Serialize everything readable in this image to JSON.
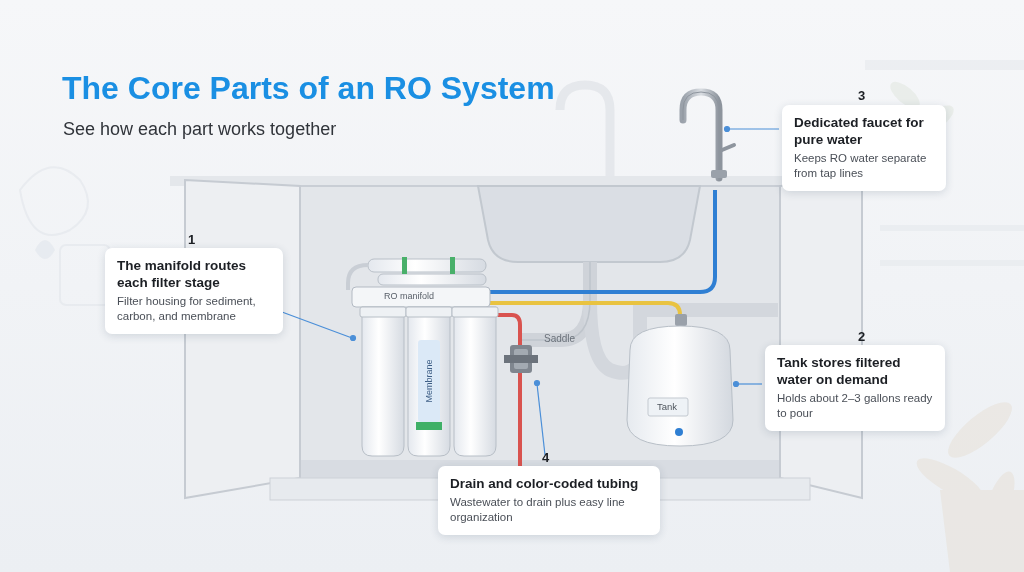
{
  "diagram": {
    "title": "The Core Parts of an RO System",
    "caption": "See how each part works together",
    "nodes": [
      {
        "text": [
          "Dedicated faucet for pure water",
          "Keeps RO water separate from tap lines"
        ]
      },
      {
        "text": [
          "The manifold routes each filter stage",
          "Filter housing for sediment, carbon, and membrane"
        ]
      },
      {
        "text": [
          "Tank stores filtered water on demand",
          "Holds about 2–3 gallons ready to pour"
        ]
      },
      {
        "text": [
          "Drain and color-coded tubing",
          "Wastewater to drain plus easy line organization"
        ]
      }
    ],
    "labels": [
      "3",
      "1",
      "2",
      "4",
      "RO manifold",
      "Membrane",
      "Saddle",
      "Tank"
    ]
  }
}
